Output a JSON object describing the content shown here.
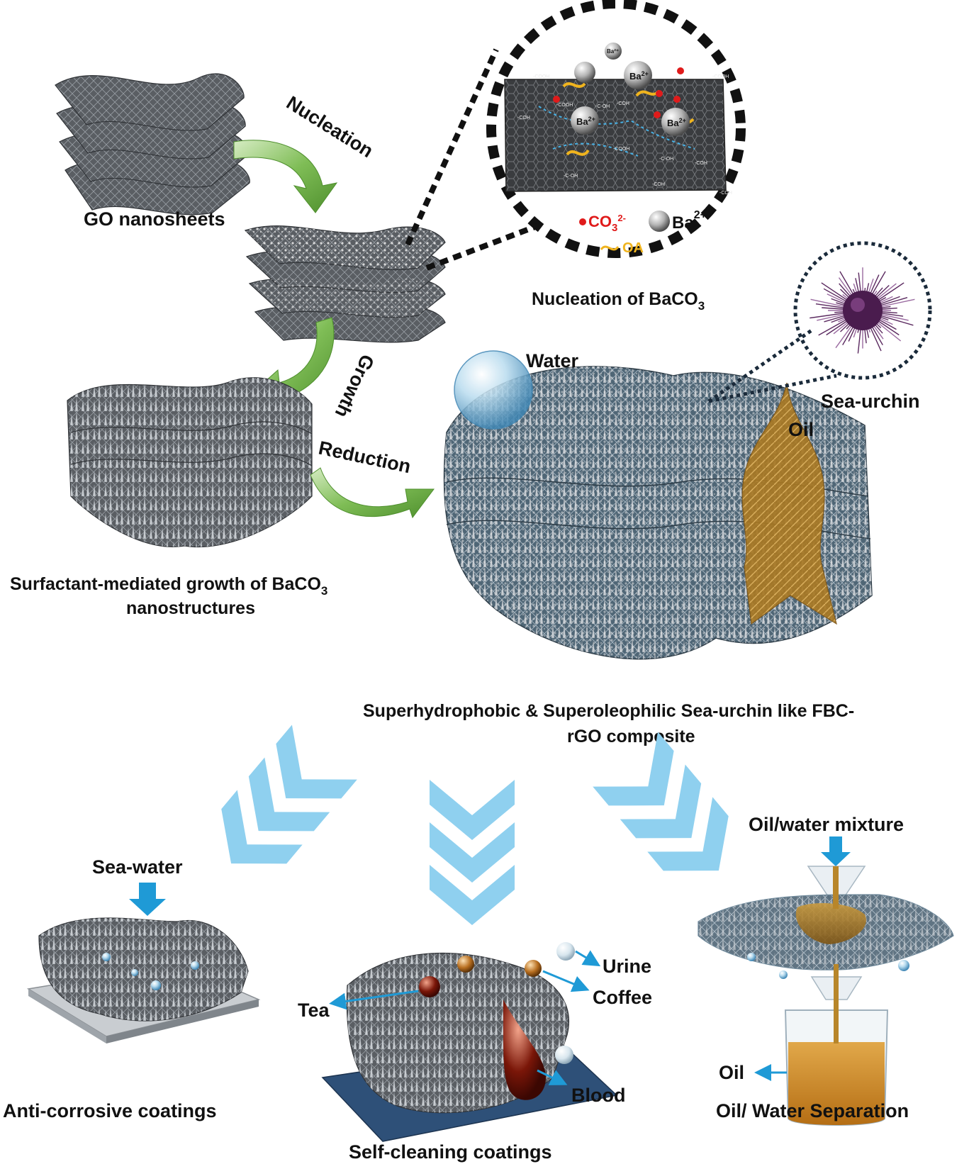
{
  "process": {
    "nucleation": "Nucleation",
    "growth": "Growth",
    "reduction": "Reduction"
  },
  "materials": {
    "go_label": "GO nanosheets",
    "nucleation_caption_main": "Nucleation of BaCO",
    "nucleation_caption_sub": "3",
    "growth_caption_line1_main": "Surfactant-mediated growth  of BaCO",
    "growth_caption_line1_sub": "3",
    "growth_caption_line2": "nanostructures",
    "composite_line1": "Superhydrophobic & Superoleophilic Sea-urchin like FBC-",
    "composite_line2": "rGO composite"
  },
  "inset": {
    "ion_ba": "Ba",
    "ion_ba_charge": "2+",
    "ion_ba_small": "Ba²⁺",
    "legend_co3": "CO",
    "legend_co3_sub": "3",
    "legend_co3_charge": "2-",
    "legend_ba": "Ba",
    "legend_ba_charge": "2+",
    "legend_oa": "OA",
    "groups": [
      "-COOH",
      "-COOH",
      "-COOH",
      "-COH",
      "-COH",
      "-C-OH",
      "-COOH",
      "-C-OH",
      "-COH",
      "-COH",
      "-C-OH",
      "-COH"
    ]
  },
  "composite_labels": {
    "water": "Water",
    "oil": "Oil",
    "sea_urchin": "Sea-urchin"
  },
  "applications": {
    "anti_corrosive": {
      "input": "Sea-water",
      "title": "Anti-corrosive coatings"
    },
    "self_cleaning": {
      "title": "Self-cleaning coatings",
      "liquids": [
        "Urine",
        "Coffee",
        "Tea",
        "Blood"
      ]
    },
    "separation": {
      "input": "Oil/water mixture",
      "output": "Oil",
      "title": "Oil/ Water Separation"
    }
  },
  "colors": {
    "arrow_green": "#6fae45",
    "chevron_blue": "#8fd0ef",
    "pointer_blue": "#1f9ad6",
    "co3_red": "#e01b1b",
    "oa_yellow": "#f0b41e",
    "oil_amber": "#b8862a",
    "urchin_purple": "#4a1c4e"
  }
}
